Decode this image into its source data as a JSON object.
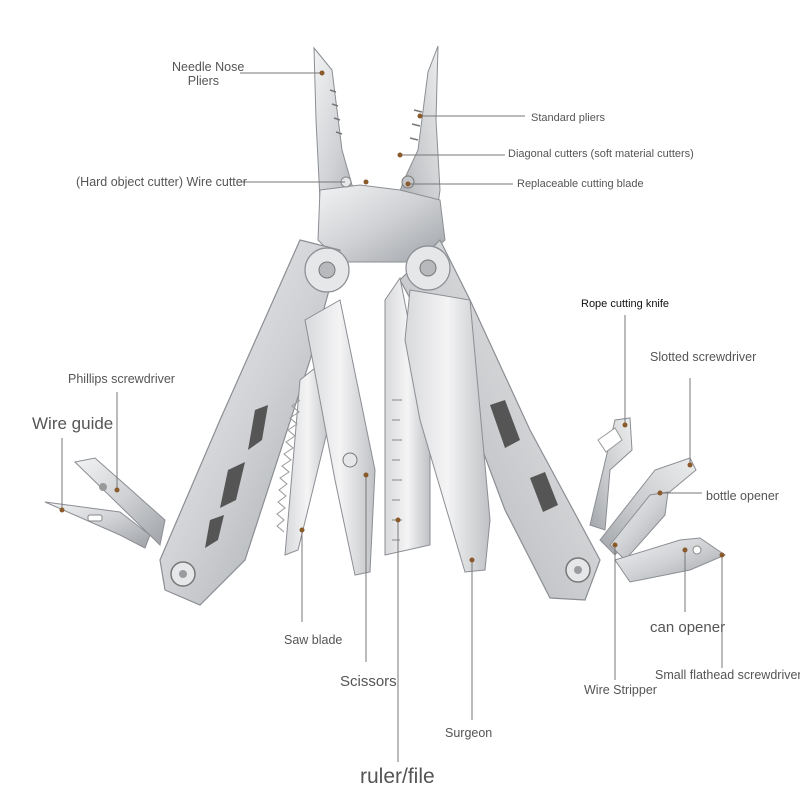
{
  "labels": {
    "needle_nose_line1": "Needle Nose",
    "needle_nose_line2": "Pliers",
    "standard_pliers": "Standard pliers",
    "diagonal_cutters": "Diagonal cutters (soft material cutters)",
    "wire_cutter": "(Hard object cutter) Wire cutter",
    "replaceable_blade": "Replaceable cutting blade",
    "rope_knife": "Rope cutting knife",
    "slotted_screwdriver": "Slotted screwdriver",
    "phillips": "Phillips screwdriver",
    "wire_guide": "Wire guide",
    "bottle_opener": "bottle opener",
    "saw_blade": "Saw blade",
    "can_opener": "can opener",
    "scissors": "Scissors",
    "small_flathead": "Small flathead screwdriver",
    "wire_stripper": "Wire Stripper",
    "surgeon": "Surgeon",
    "ruler_file": "ruler/file"
  },
  "colors": {
    "steel_light": "#e6e7e9",
    "steel_mid": "#c3c5c8",
    "steel_dark": "#8b8e93",
    "leader_line": "#777777",
    "leader_dot": "#8a5a2b"
  }
}
